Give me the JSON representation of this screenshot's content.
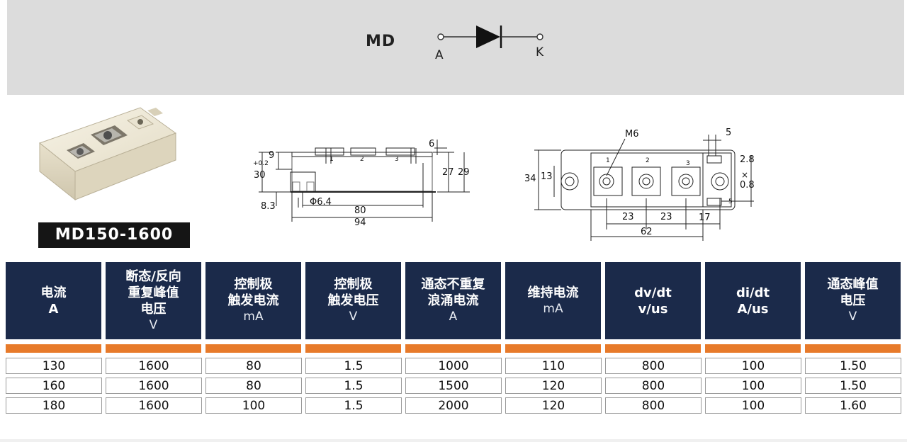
{
  "header": {
    "model_code": "MD",
    "anode_label": "A",
    "cathode_label": "K"
  },
  "product": {
    "part_number": "MD150-1600",
    "photo_icon": "module-photo-icon"
  },
  "drawing_side": {
    "dim_9": "9",
    "dim_30": "30",
    "dim_30_tol": "+0.2",
    "dim_6": "6",
    "dim_27": "27",
    "dim_29": "29",
    "dim_83": "8.3",
    "dim_hole": "Φ6.4",
    "dim_80": "80",
    "dim_94": "94",
    "pin_1": "1",
    "pin_2": "2",
    "pin_3": "3"
  },
  "drawing_top": {
    "dim_m6": "M6",
    "dim_5": "5",
    "dim_28": "2.8",
    "dim_x": "×",
    "dim_08": "0.8",
    "dim_34": "34",
    "dim_13": "13",
    "dim_23a": "23",
    "dim_23b": "23",
    "dim_17": "17",
    "dim_62": "62",
    "dim_5b": "5",
    "pin_1": "1",
    "pin_2": "2",
    "pin_3": "3"
  },
  "table": {
    "headers": [
      {
        "l1": "电流",
        "l2": "A",
        "l3": ""
      },
      {
        "l1": "断态/反向",
        "l2": "重复峰值",
        "l3": "电压",
        "unit": "V"
      },
      {
        "l1": "控制极",
        "l2": "触发电流",
        "unit": "mA"
      },
      {
        "l1": "控制极",
        "l2": "触发电压",
        "unit": "V"
      },
      {
        "l1": "通态不重复",
        "l2": "浪涌电流",
        "unit": "A"
      },
      {
        "l1": "维持电流",
        "unit": "mA"
      },
      {
        "l1": "dv/dt",
        "l2": "v/us"
      },
      {
        "l1": "di/dt",
        "l2": "A/us"
      },
      {
        "l1": "通态峰值",
        "l2": "电压",
        "unit": "V"
      }
    ],
    "rows": [
      [
        "130",
        "1600",
        "80",
        "1.5",
        "1000",
        "110",
        "800",
        "100",
        "1.50"
      ],
      [
        "160",
        "1600",
        "80",
        "1.5",
        "1500",
        "120",
        "800",
        "100",
        "1.50"
      ],
      [
        "180",
        "1600",
        "100",
        "1.5",
        "2000",
        "120",
        "800",
        "100",
        "1.60"
      ]
    ]
  },
  "colors": {
    "header_bg": "#1b2a4a",
    "stripe": "#e77a2a",
    "band": "#dcdcdc"
  }
}
